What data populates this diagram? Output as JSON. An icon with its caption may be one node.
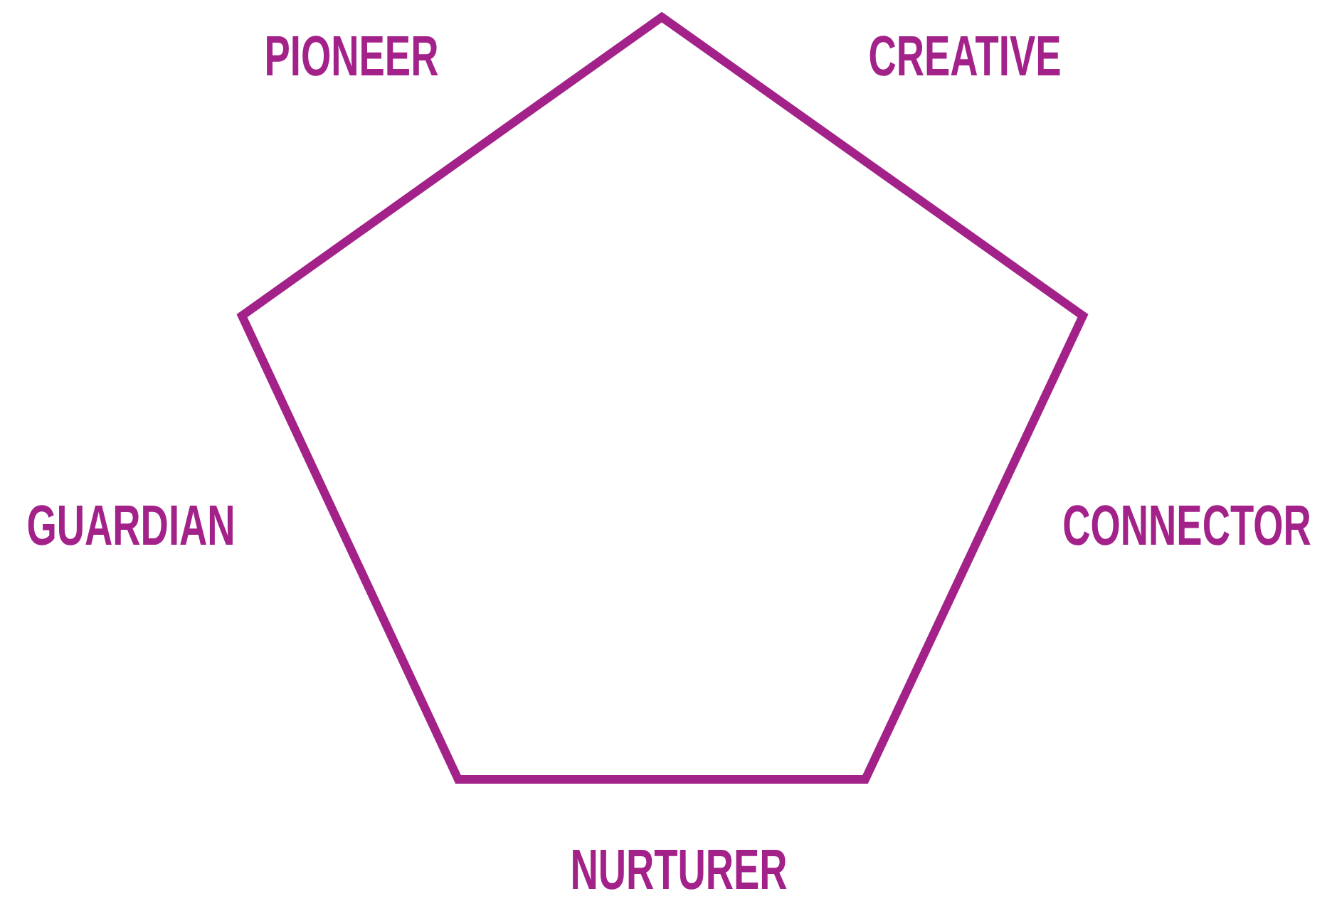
{
  "diagram": {
    "labels": [
      "PIONEER",
      "CREATIVE",
      "GUARDIAN",
      "CONNECTOR",
      "NURTURER"
    ]
  }
}
